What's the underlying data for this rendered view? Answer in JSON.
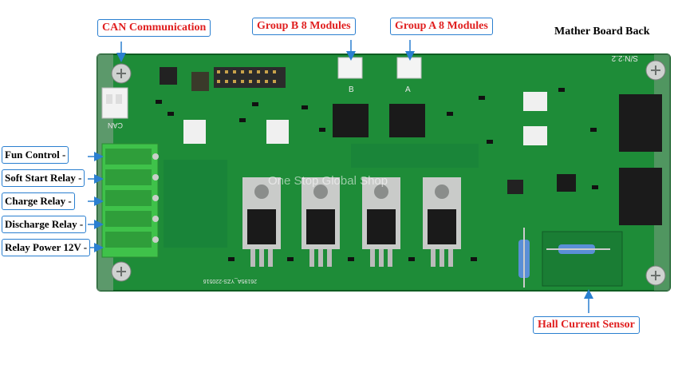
{
  "labels": {
    "can": "CAN Communication",
    "group_b": "Group B 8 Modules",
    "group_a": "Group A  8 Modules",
    "board_back": "Mather Board Back",
    "hall": "Hall Current Sensor",
    "fun_control": "Fun Control -",
    "soft_start": "Soft Start Relay -",
    "charge": "Charge Relay -",
    "discharge": "Discharge Relay -",
    "relay_power": "Relay Power 12V -"
  },
  "watermark": "One Stop Global Shop",
  "pcb_text": {
    "can": "CAN",
    "a": "A",
    "b": "B",
    "sn": "S/N:2.2",
    "model": "26195A_YZS-220516"
  },
  "colors": {
    "pcb": "#1f8f3a",
    "pcb_dark": "#14702a",
    "terminal": "#3fc24a",
    "label_red": "#e02020",
    "label_border": "#2a7fd0",
    "arrow": "#2a7fd0"
  }
}
